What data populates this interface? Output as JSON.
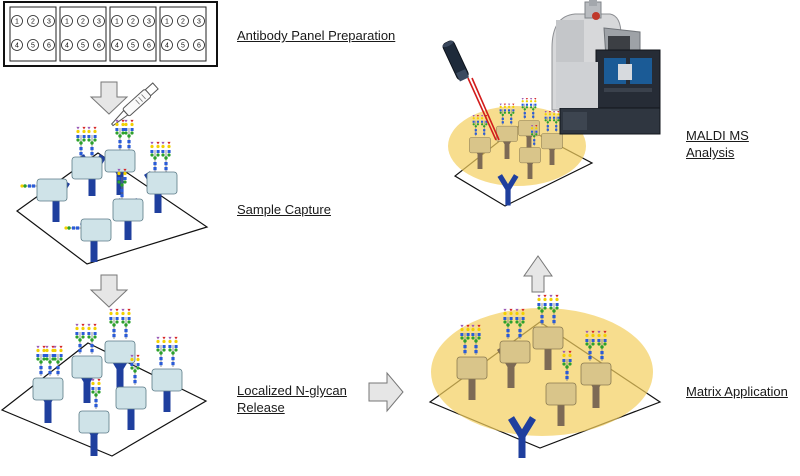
{
  "plate": {
    "well_numbers": [
      "1",
      "2",
      "3",
      "4",
      "5",
      "6"
    ],
    "strip_count": 4
  },
  "steps": {
    "panel_prep": "Antibody Panel Preparation",
    "sample_capture": "Sample Capture",
    "release_line1": "Localized N-glycan",
    "release_line2": "Release",
    "matrix_application": "Matrix Application",
    "maldi_line1": "MALDI MS",
    "maldi_line2": "Analysis"
  },
  "colors": {
    "antibody": "#1f3f9e",
    "antibody_matrix": "#7d6a55",
    "protein": "#cfe3e8",
    "protein_matrix": "#d9c58a",
    "matrix_halo": "#f3cf5e",
    "arrow_fill": "#e6e6e6",
    "laser": "#d21c1c",
    "glycan_yellow": "#f2d000",
    "glycan_blue": "#2a5bd7",
    "glycan_green": "#2ca02c",
    "glycan_red": "#d62728",
    "glycan_purple": "#9b59b6"
  },
  "icons": {
    "pipette": "pipette-icon",
    "laser_pointer": "laser-pointer-icon",
    "mass_spectrometer": "mass-spectrometer-icon",
    "flow_arrow": "block-arrow-icon"
  }
}
